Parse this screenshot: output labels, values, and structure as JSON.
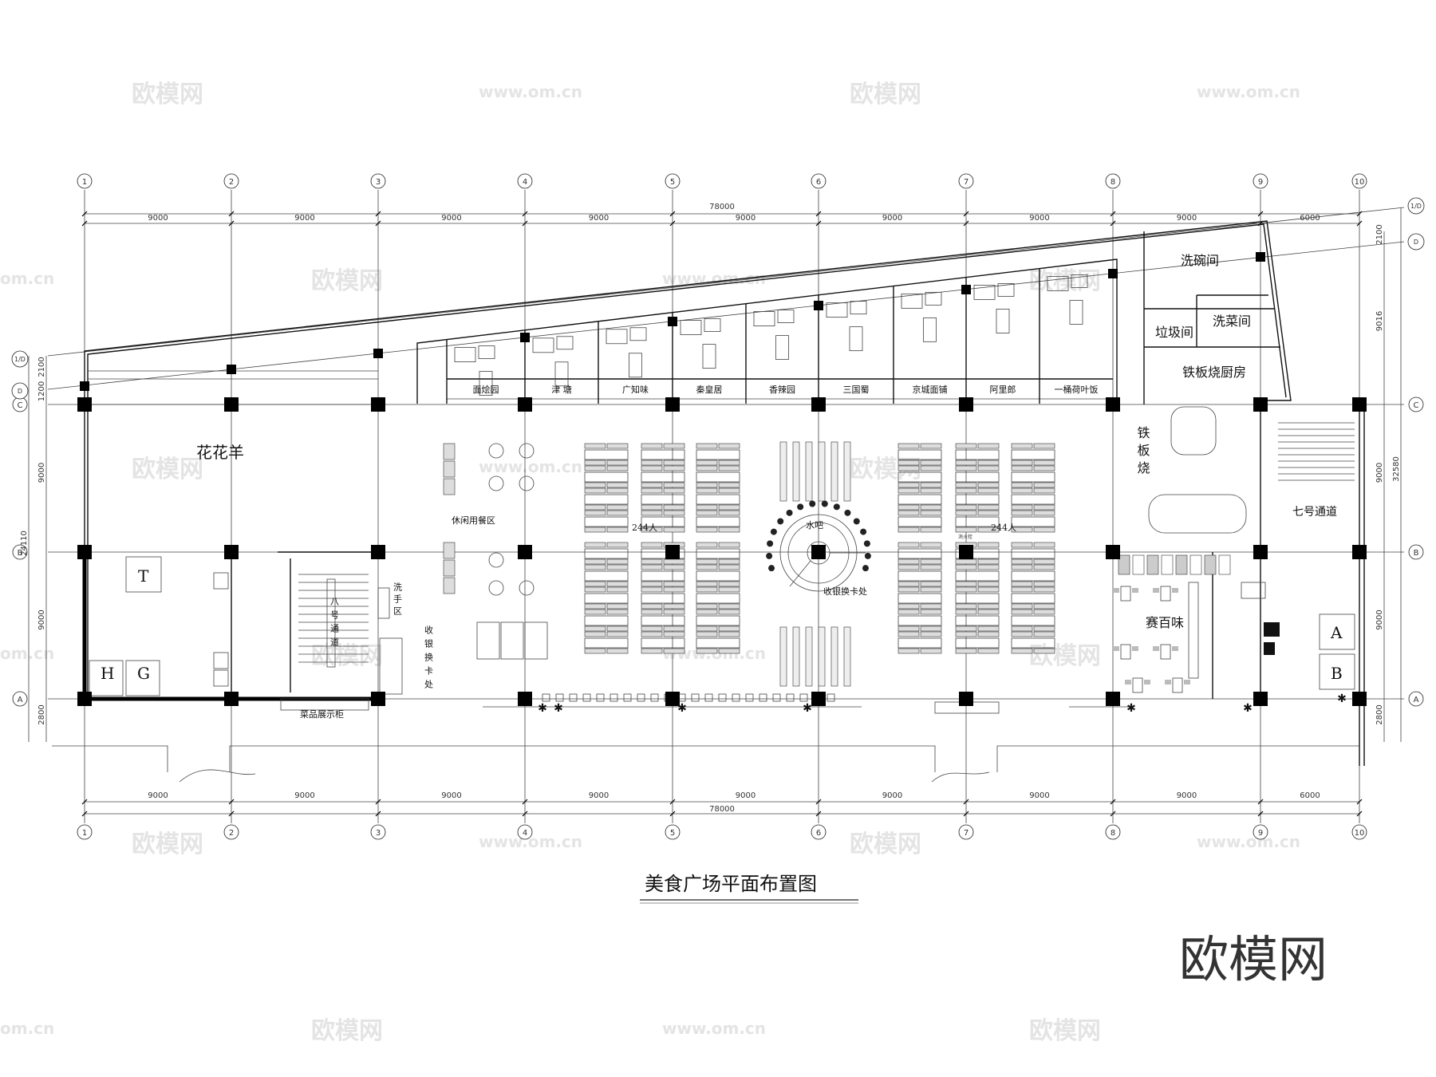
{
  "title": "美食广场平面布置图",
  "watermark": {
    "logo": "欧模网",
    "url": "www.om.cn",
    "url_short": "om.cn"
  },
  "axes": {
    "columns": [
      "1",
      "2",
      "3",
      "4",
      "5",
      "6",
      "7",
      "8",
      "9",
      "10"
    ],
    "rows": [
      "A",
      "B",
      "C",
      "D",
      "1/D"
    ]
  },
  "dimensions": {
    "total_width": "78000",
    "spans": [
      "9000",
      "9000",
      "9000",
      "9000",
      "9000",
      "9000",
      "9000",
      "9000",
      "6000"
    ],
    "right": [
      "2100",
      "9016",
      "9000",
      "9000",
      "2800",
      "32580"
    ],
    "left": [
      "2100",
      "1200",
      "9000",
      "9000",
      "2800",
      "24110"
    ]
  },
  "stalls": [
    "面烩园",
    "津 塘",
    "广知味",
    "秦皇居",
    "香辣园",
    "三国蜀",
    "京城面铺",
    "阿里郎",
    "一桶荷叶饭"
  ],
  "rooms": {
    "huahuayang": "花花羊",
    "leisure_dining": "休闲用餐区",
    "seats_left": "244人",
    "seats_right": "244人",
    "water_bar": "水吧",
    "cashier_center": "收银换卡处",
    "teppanyaki": "铁板烧",
    "passage_7": "七号通道",
    "subway": "赛百味",
    "dishwashing": "洗碗间",
    "veg_washing": "洗菜间",
    "garbage": "垃圾间",
    "teppanyaki_kitchen": "铁板烧厨房",
    "passage_8": "八号通道",
    "handwash": "洗手区",
    "cashier_left": "收银换卡处",
    "display_cabinet": "菜品展示柜",
    "elevator_t": "T",
    "elevator_h": "H",
    "elevator_g": "G",
    "elevator_a": "A",
    "elevator_b": "B",
    "hydrant": "消火栓"
  }
}
